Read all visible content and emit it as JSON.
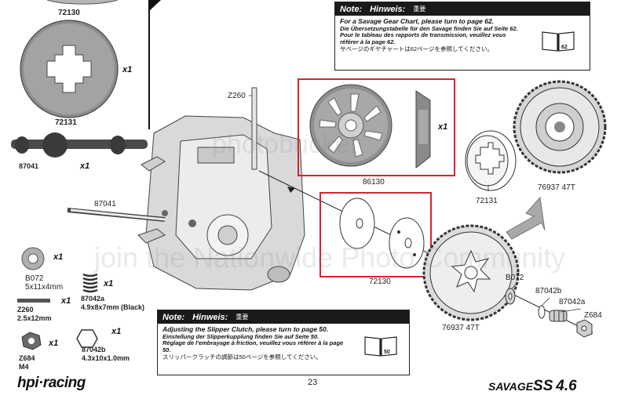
{
  "page_number": "23",
  "logos": {
    "hpi": "hpi·racing",
    "savage_prefix": "SAVAGE",
    "savage_ss": "SS",
    "savage_num": "4.6"
  },
  "watermark": {
    "top": "photobucket",
    "bottom": "join the Nationwide Photo Community"
  },
  "note_top": {
    "title": "Note:",
    "title2": "Hinweis:",
    "jp_badge": "重要",
    "en": "For a Savage Gear Chart, please turn to page 62.",
    "de": "Die Übersetzungstabelle für den Savage finden Sie auf Seite 62.",
    "fr": "Pour le tableau des rapports de transmission, veuillez vous référer à la page 62.",
    "jp": "サベージのギヤチャートは62ページを参照してください。",
    "book_page": "62"
  },
  "note_bottom": {
    "title": "Note:",
    "title2": "Hinweis:",
    "jp_badge": "重要",
    "en": "Adjusting the Slipper Clutch, please turn to page 50.",
    "de": "Einstellung der Slipperkupplung finden Sie auf Seite 50.",
    "fr": "Réglage de l'embrayage à friction, veuillez vous référer à la page 50.",
    "jp": "スリッパークラッチの調節は50ページを参照してください。",
    "book_page": "50"
  },
  "left_parts": {
    "p72130_top": "72130",
    "p72131": "72131",
    "p72131_qty": "x1",
    "p87041": "87041",
    "p87041_qty": "x1",
    "b072": "B072",
    "b072_size": "5x11x4mm",
    "b072_qty": "x1",
    "p87042a": "87042a",
    "p87042a_size": "4.9x8x7mm (Black)",
    "p87042a_qty": "x1",
    "z260": "Z260",
    "z260_size": "2.5x12mm",
    "z260_qty": "x1",
    "z684": "Z684",
    "z684_size": "M4",
    "z684_qty": "x1",
    "p87042b": "87042b",
    "p87042b_size": "4.3x10x1.0mm",
    "p87042b_qty": "x1"
  },
  "diagram": {
    "z260": "Z260",
    "p87041": "87041",
    "p86130": "86130",
    "p86130_qty": "x1",
    "p72130": "72130",
    "p72131": "72131",
    "gear_top": "76937 47T",
    "gear_bottom": "76937 47T",
    "b072": "B072",
    "p87042b": "87042b",
    "p87042a": "87042a",
    "z684": "Z684"
  },
  "colors": {
    "highlight": "#d6232e",
    "ink": "#1a1a1a",
    "part_gray": "#9a9a9a",
    "arrow_gray": "#a9a9a9"
  }
}
